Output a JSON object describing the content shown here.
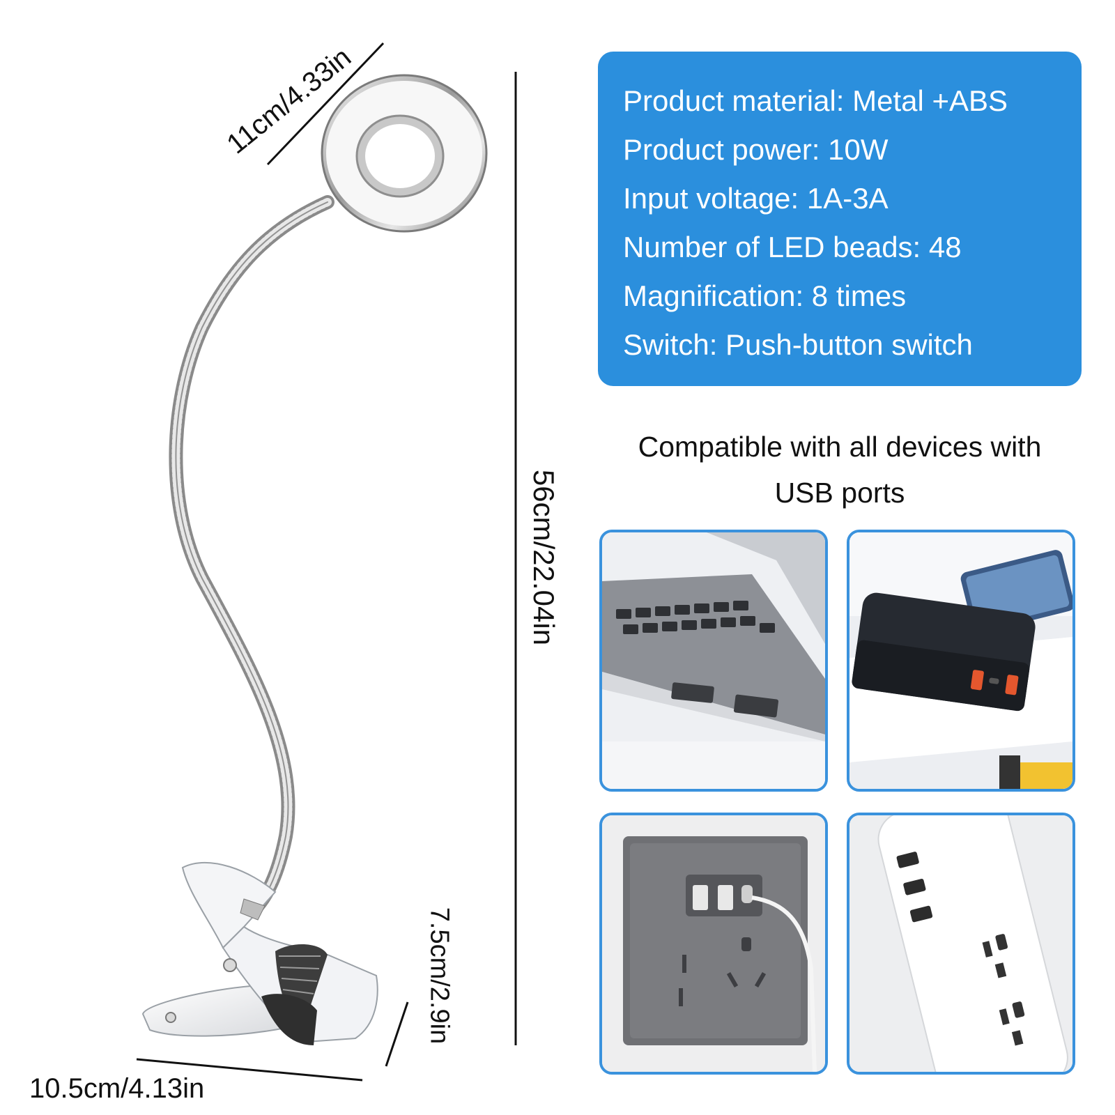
{
  "dimensions": {
    "ring_diameter": "11cm/4.33in",
    "total_height": "56cm/22.04in",
    "clip_height": "7.5cm/2.9in",
    "clip_width": "10.5cm/4.13in"
  },
  "specs": {
    "material": "Product material: Metal +ABS",
    "power": "Product power: 10W",
    "input": "Input voltage: 1A-3A",
    "beads": "Number of LED beads: 48",
    "magnification": "Magnification: 8 times",
    "switch": "Switch: Push-button switch"
  },
  "compat": {
    "line1": "Compatible with all devices with",
    "line2": "USB ports"
  },
  "tiles": [
    {
      "name": "laptop-usb-photo",
      "icon": "laptop-icon"
    },
    {
      "name": "power-bank-photo",
      "icon": "power-bank-icon"
    },
    {
      "name": "wall-socket-photo",
      "icon": "wall-socket-icon"
    },
    {
      "name": "power-strip-photo",
      "icon": "power-strip-icon"
    }
  ],
  "colors": {
    "accent": "#2b8fdd",
    "tile_border": "#3a92dd"
  }
}
